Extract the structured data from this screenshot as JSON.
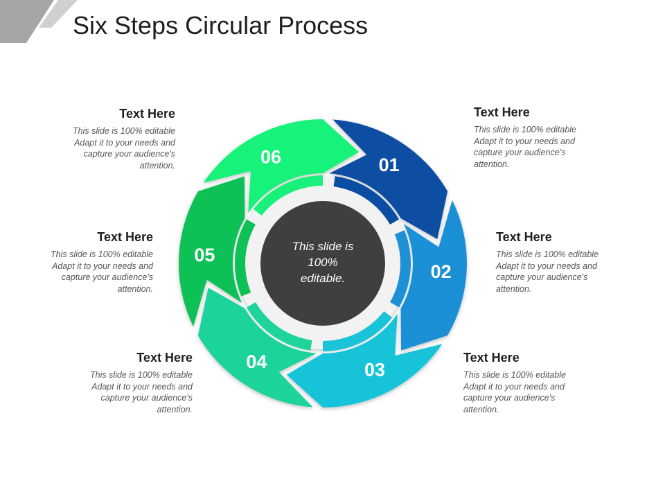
{
  "title": "Six Steps Circular Process",
  "center_text": [
    "This slide is",
    "100%",
    "editable."
  ],
  "steps": [
    {
      "number": "01",
      "color": "#0A4DA2",
      "heading": "Text Here",
      "lines": [
        "This slide is 100% editable",
        "Adapt it to your needs and",
        "capture your audience's",
        "attention."
      ]
    },
    {
      "number": "02",
      "color": "#1E90D6",
      "heading": "Text Here",
      "lines": [
        "This slide is 100% editable",
        "Adapt it to your needs and",
        "capture your audience's",
        "attention."
      ]
    },
    {
      "number": "03",
      "color": "#19C3D8",
      "heading": "Text Here",
      "lines": [
        "This slide is 100% editable",
        "Adapt it to your needs and",
        "capture your audience's",
        "attention."
      ]
    },
    {
      "number": "04",
      "color": "#1FD39C",
      "heading": "Text Here",
      "lines": [
        "This slide is 100% editable",
        "Adapt it to your needs and",
        "capture your audience's",
        "attention."
      ]
    },
    {
      "number": "05",
      "color": "#0DC157",
      "heading": "Text Here",
      "lines": [
        "This slide is 100% editable",
        "Adapt it to your needs and",
        "capture your audience's",
        "attention."
      ]
    },
    {
      "number": "06",
      "color": "#18F27A",
      "heading": "Text Here",
      "lines": [
        "This slide is 100% editable",
        "Adapt it to your needs and",
        "capture your audience's",
        "attention."
      ]
    }
  ],
  "center_color": "#3F3F3F"
}
